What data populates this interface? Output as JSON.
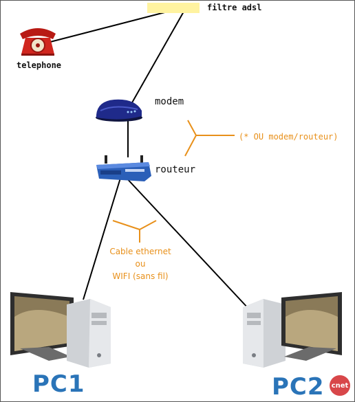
{
  "diagram": {
    "nodes": {
      "filter": {
        "label": "filtre adsl"
      },
      "telephone": {
        "label": "telephone"
      },
      "modem": {
        "label": "modem"
      },
      "router": {
        "label": "routeur"
      },
      "pc1": {
        "label": "PC1"
      },
      "pc2": {
        "label": "PC2"
      }
    },
    "annotations": {
      "modem_router": "(* OU modem/routeur)",
      "link_line1": "Cable ethernet",
      "link_line2": "ou",
      "link_line3": "WIFI (sans fil)"
    },
    "edges": [
      {
        "from": "filter",
        "to": "telephone"
      },
      {
        "from": "filter",
        "to": "modem"
      },
      {
        "from": "modem",
        "to": "router"
      },
      {
        "from": "router",
        "to": "pc1"
      },
      {
        "from": "router",
        "to": "pc2"
      }
    ],
    "badge": "cnet",
    "colors": {
      "filter": "#fff3a0",
      "accent": "#e8901a",
      "pc_label": "#2a74b8",
      "phone": "#d0261e",
      "modem": "#1f2a8a",
      "router": "#2b5fb8",
      "badge": "#d8474a"
    }
  }
}
